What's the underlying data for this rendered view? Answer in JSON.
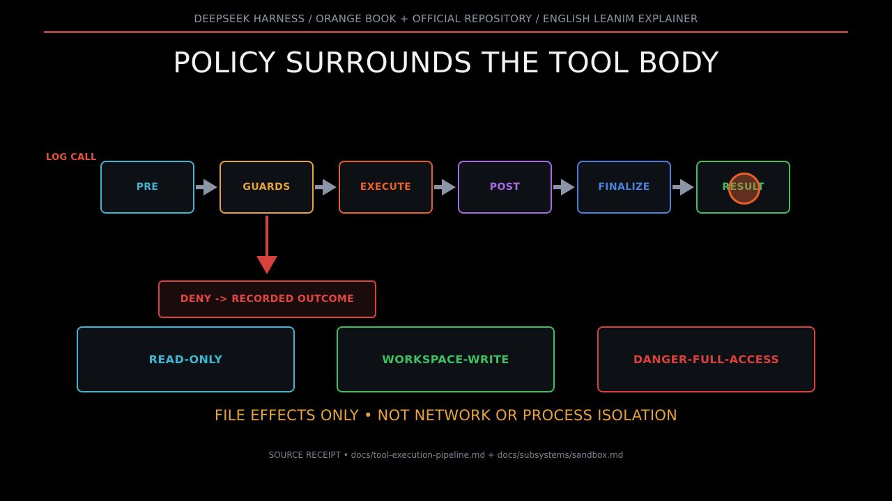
{
  "header": {
    "breadcrumb": "DEEPSEEK HARNESS / ORANGE BOOK + OFFICIAL REPOSITORY / ENGLISH LEANIM EXPLAINER"
  },
  "title": "POLICY SURROUNDS THE TOOL BODY",
  "pipeline": {
    "entry_label": "LOG CALL",
    "stages": [
      {
        "label": "PRE",
        "color": "#3fb6cf"
      },
      {
        "label": "GUARDS",
        "color": "#e8a33b"
      },
      {
        "label": "EXECUTE",
        "color": "#e8602a"
      },
      {
        "label": "POST",
        "color": "#a56de2"
      },
      {
        "label": "FINALIZE",
        "color": "#4a82e0"
      },
      {
        "label": "RESULT",
        "color": "#3fbf62"
      }
    ],
    "arrow_color": "#8b95a7"
  },
  "deny": {
    "label": "DENY -> RECORDED OUTCOME",
    "color": "#d9413d"
  },
  "modes": [
    {
      "label": "READ-ONLY",
      "color": "#3fb6cf"
    },
    {
      "label": "WORKSPACE-WRITE",
      "color": "#3fbf62"
    },
    {
      "label": "DANGER-FULL-ACCESS",
      "color": "#d9413d"
    }
  ],
  "note": "FILE EFFECTS ONLY • NOT NETWORK OR PROCESS ISOLATION",
  "source": "SOURCE RECEIPT • docs/tool-execution-pipeline.md + docs/subsystems/sandbox.md"
}
